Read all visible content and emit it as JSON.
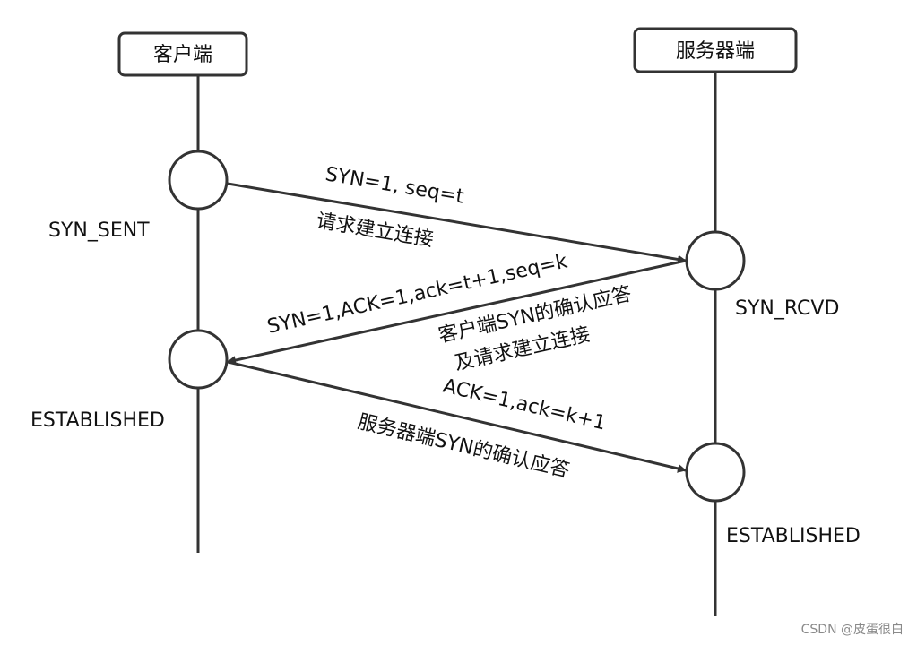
{
  "actors": {
    "client": "客户端",
    "server": "服务器端"
  },
  "states": {
    "client_syn_sent": "SYN_SENT",
    "client_established": "ESTABLISHED",
    "server_syn_rcvd": "SYN_RCVD",
    "server_established": "ESTABLISHED"
  },
  "messages": {
    "m1_params": "SYN=1, seq=t",
    "m1_desc": "请求建立连接",
    "m2_params": "SYN=1,ACK=1,ack=t+1,seq=k",
    "m2_desc_line1": "客户端SYN的确认应答",
    "m2_desc_line2": "及请求建立连接",
    "m3_params": "ACK=1,ack=k+1",
    "m3_desc": "服务器端SYN的确认应答"
  },
  "watermark": "CSDN @皮蛋很白",
  "colors": {
    "line": "#333333",
    "text": "#111111",
    "watermark": "#8a8a8a"
  }
}
